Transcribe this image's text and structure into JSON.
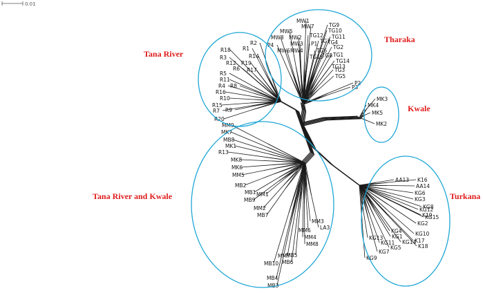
{
  "scale_bar": {
    "label": "0.01"
  },
  "colors": {
    "outline": "#1ea6d6",
    "label": "#e01b1b",
    "line": "#1a1a1a"
  },
  "groups": [
    {
      "id": "tana-river",
      "label": "Tana River"
    },
    {
      "id": "tharaka",
      "label": "Tharaka"
    },
    {
      "id": "kwale",
      "label": "Kwale"
    },
    {
      "id": "tana-river-and-kwale",
      "label": "Tana River and Kwale"
    },
    {
      "id": "turkana",
      "label": "Turkana"
    }
  ],
  "leaves": {
    "tana-river": [
      "R2",
      "R18",
      "R1",
      "R3",
      "R14",
      "R12",
      "R19",
      "R6",
      "R5",
      "R17",
      "R11",
      "R4",
      "R8",
      "R16",
      "R10",
      "R15",
      "R9",
      "R7",
      "R20"
    ],
    "tharaka": [
      "MW1",
      "TG9",
      "MW7",
      "TG10",
      "MW5",
      "TG12",
      "TG11",
      "MW8",
      "MW2",
      "P4",
      "MW3",
      "P1",
      "TG7",
      "TG2",
      "MW6",
      "MW4",
      "TG4",
      "TG6",
      "TG1",
      "TG8",
      "TG14",
      "TG15",
      "TG13",
      "TG3",
      "TG5",
      "P2",
      "P3"
    ],
    "kwale": [
      "MK3",
      "MK4",
      "MK5",
      "MK2"
    ],
    "tana-river-and-kwale": [
      "MM9",
      "MK7",
      "MB8",
      "MK1",
      "R13",
      "MK8",
      "MK6",
      "MM5",
      "MB2",
      "MB1",
      "MM1",
      "MB9",
      "MM2",
      "MB7",
      "MM3",
      "LA3",
      "MM6",
      "MM4",
      "MM8",
      "MB10",
      "MM7",
      "MB5",
      "MB6",
      "MB4",
      "MB3"
    ],
    "turkana": [
      "AA13",
      "K16",
      "AA14",
      "KG6",
      "KG3",
      "KG8",
      "KG12",
      "K19",
      "KG15",
      "KG2",
      "KG4",
      "KG10",
      "KG1",
      "K17",
      "KG13",
      "KG14",
      "K18",
      "KG11",
      "KG5",
      "KG7",
      "KG9"
    ]
  }
}
